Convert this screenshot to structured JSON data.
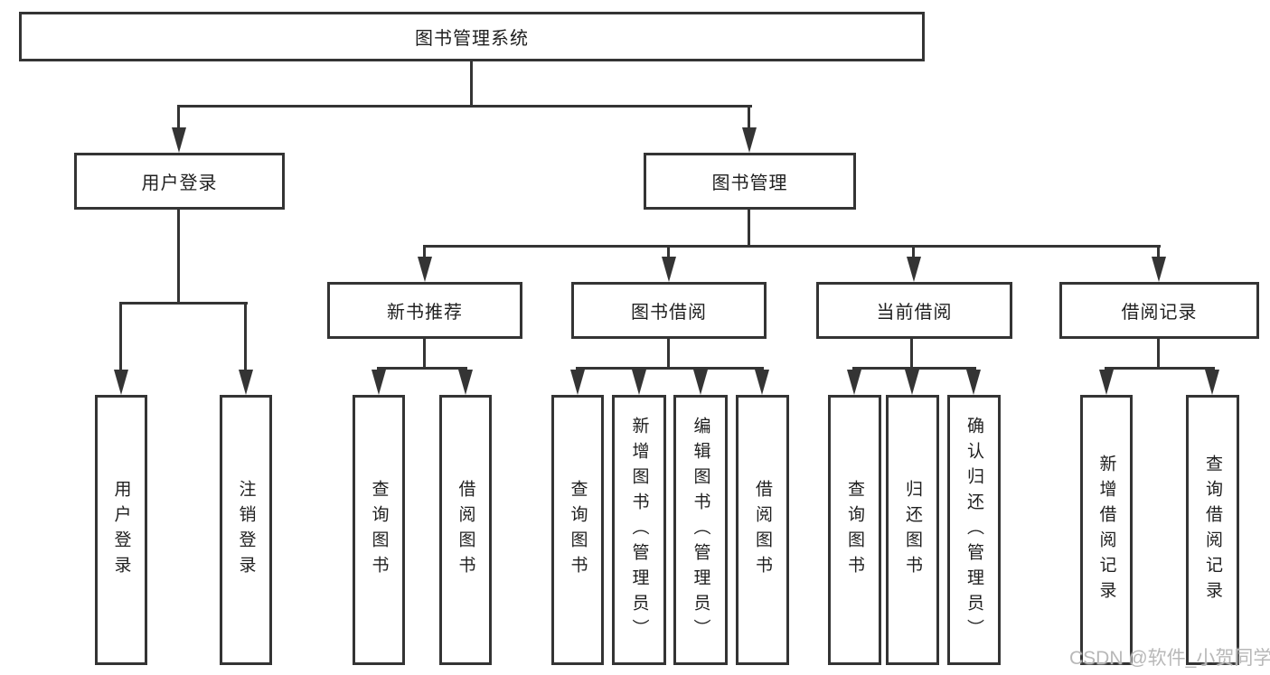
{
  "tree": {
    "root": "图书管理系统",
    "branches": [
      {
        "label": "用户登录",
        "leaves": [
          "用户登录",
          "注销登录"
        ]
      },
      {
        "label": "图书管理",
        "sections": [
          {
            "label": "新书推荐",
            "leaves": [
              "查询图书",
              "借阅图书"
            ]
          },
          {
            "label": "图书借阅",
            "leaves": [
              "查询图书",
              "新增图书（管理员）",
              "编辑图书（管理员）",
              "借阅图书"
            ]
          },
          {
            "label": "当前借阅",
            "leaves": [
              "查询图书",
              "归还图书",
              "确认归还（管理员）"
            ]
          },
          {
            "label": "借阅记录",
            "leaves": [
              "新增借阅记录",
              "查询借阅记录"
            ]
          }
        ]
      }
    ]
  },
  "watermark": {
    "text": "CSDN @软件_小贺同学"
  },
  "colors": {
    "line": "#343434",
    "border": "#343434",
    "text": "#1f1f1f",
    "watermark": "#b8b8b8",
    "background": "#ffffff"
  }
}
